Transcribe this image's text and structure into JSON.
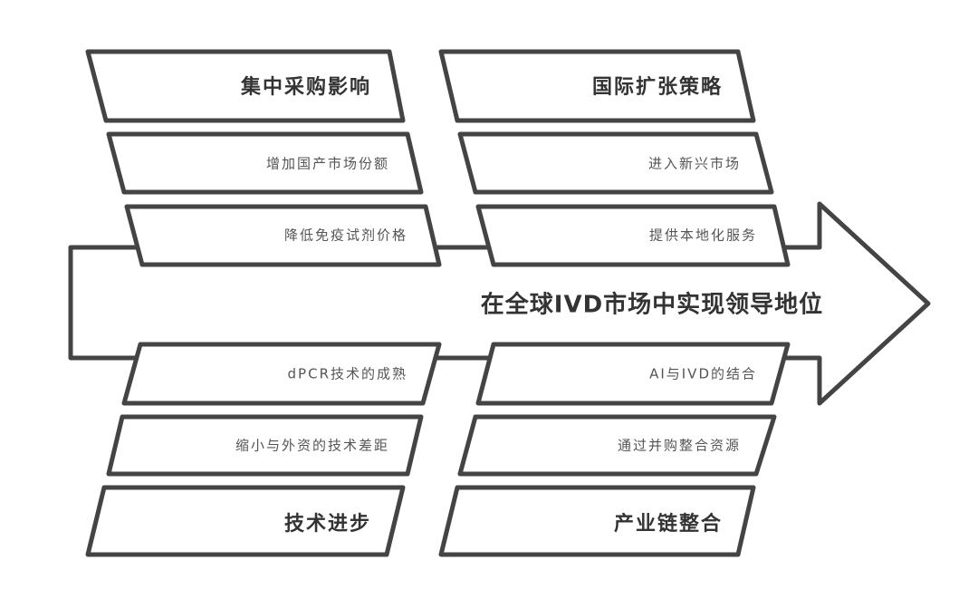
{
  "goal": "在全球IVD市场中实现领导地位",
  "categories": [
    {
      "title": "集中采购影响",
      "items": [
        "增加国产市场份额",
        "降低免疫试剂价格"
      ]
    },
    {
      "title": "国际扩张策略",
      "items": [
        "进入新兴市场",
        "提供本地化服务"
      ]
    },
    {
      "title": "技术进步",
      "items": [
        "dPCR技术的成熟",
        "缩小与外资的技术差距"
      ]
    },
    {
      "title": "产业链整合",
      "items": [
        "AI与IVD的结合",
        "通过并购整合资源"
      ]
    }
  ],
  "colors": {
    "stroke": "#444444",
    "text": "#333333"
  }
}
